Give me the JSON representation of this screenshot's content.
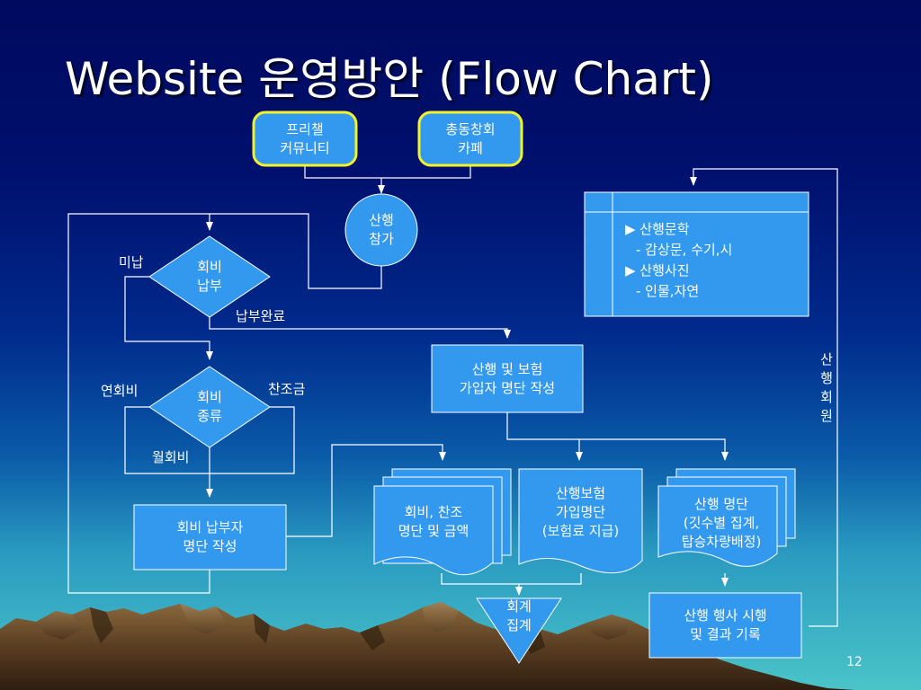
{
  "title": "Website 운영방안 (Flow Chart)",
  "page_number": "12",
  "nodes": {
    "freechal_community": [
      "프리챌",
      "커뮤니티"
    ],
    "alumni_cafe": [
      "총동창회",
      "카페"
    ],
    "hiking_participation": [
      "산행",
      "참가"
    ],
    "fee_payment_decision": [
      "회비",
      "납부"
    ],
    "fee_type_decision": [
      "회비",
      "종류"
    ],
    "fee_payer_list": [
      "회비 납부자",
      "명단 작성"
    ],
    "insurance_signup_list": [
      "산행 및 보험",
      "가입자 명단 작성"
    ],
    "fee_donation_doc": [
      "회비, 찬조",
      "명단 및 금액"
    ],
    "insurance_doc": [
      "산행보험",
      "가입명단",
      "(보험료 지급)"
    ],
    "roster_doc": [
      "산행 명단",
      "(깃수별 집계,",
      "탑승차량배정)"
    ],
    "accounting_total": [
      "회계",
      "집계"
    ],
    "hiking_event_record": [
      "산행 행사 시행",
      "및 결과 기록"
    ]
  },
  "edge_labels": {
    "unpaid": "미납",
    "payment_complete": "납부완료",
    "annual_fee": "연회비",
    "donation": "찬조금",
    "monthly_fee": "월회비",
    "hiking_member": [
      "산",
      "행",
      "회",
      "원"
    ]
  },
  "note_box": {
    "lines": [
      "▶ 산행문학",
      "- 감상문, 수기,시",
      "▶ 산행사진",
      "- 인물,자연"
    ]
  },
  "colors": {
    "node_fill": "#3399ee",
    "highlight_border": "#f2f22a",
    "text": "#ffffff"
  }
}
